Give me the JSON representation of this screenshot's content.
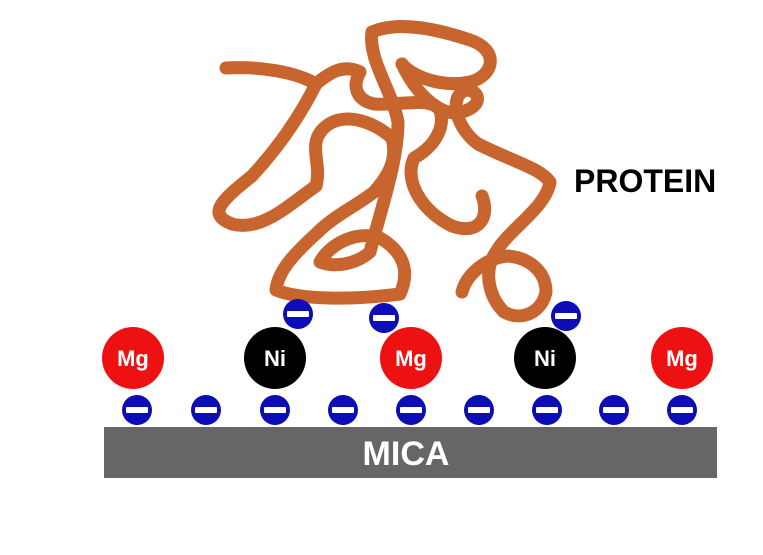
{
  "labels": {
    "protein": "PROTEIN",
    "mica": "MICA"
  },
  "ions": [
    {
      "symbol": "Mg",
      "kind": "magnesium",
      "color": "#ee1111",
      "text_color": "#ffffff"
    },
    {
      "symbol": "Ni",
      "kind": "nickel",
      "color": "#000000",
      "text_color": "#ffffff"
    },
    {
      "symbol": "Mg",
      "kind": "magnesium",
      "color": "#ee1111",
      "text_color": "#ffffff"
    },
    {
      "symbol": "Ni",
      "kind": "nickel",
      "color": "#000000",
      "text_color": "#ffffff"
    },
    {
      "symbol": "Mg",
      "kind": "magnesium",
      "color": "#ee1111",
      "text_color": "#ffffff"
    }
  ],
  "charges": {
    "sign": "negative",
    "color": "#0d0db5",
    "surface_count": 9,
    "protein_count": 3
  },
  "colors": {
    "protein": "#c8642d",
    "mica": "#666666",
    "text": "#000000",
    "mica_text": "#ffffff"
  }
}
